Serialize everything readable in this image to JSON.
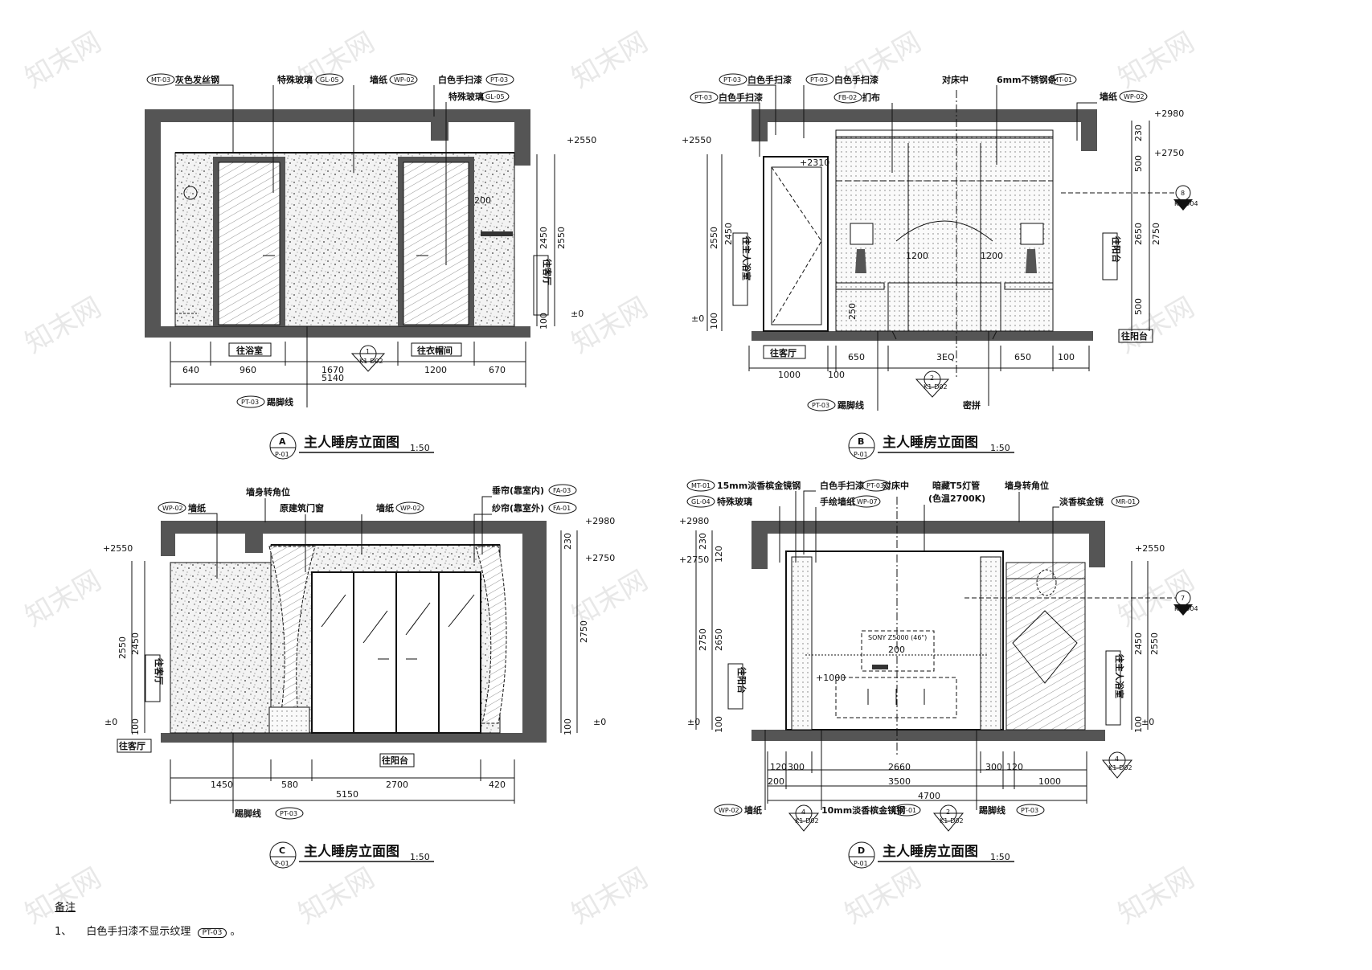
{
  "watermark": "知末网",
  "panels": [
    {
      "id": "A",
      "letter": "A",
      "sheet": "P-01",
      "title": "主人睡房立面图",
      "scale": "1:50",
      "callouts": [
        {
          "text": "灰色发丝钢",
          "tag": "MT-03"
        },
        {
          "text": "特殊玻璃",
          "tag": "GL-05"
        },
        {
          "text": "墙纸",
          "tag": "WP-02"
        },
        {
          "text": "白色手扫漆",
          "tag": "PT-03"
        },
        {
          "text": "特殊玻璃",
          "tag": "GL-05"
        }
      ],
      "bottom_callout": {
        "text": "踢脚线",
        "tag": "PT-03"
      },
      "labels": [
        "往浴室",
        "往衣帽间",
        "往客厅"
      ],
      "dims": [
        "640",
        "960",
        "1670",
        "1200",
        "670",
        "5140"
      ],
      "levels": [
        "+2550",
        "±0"
      ],
      "side_dims": [
        "2450",
        "2550",
        "100",
        "200"
      ],
      "section_tag": {
        "num": "1",
        "ref": "K1-D02"
      }
    },
    {
      "id": "B",
      "letter": "B",
      "sheet": "P-01",
      "title": "主人睡房立面图",
      "scale": "1:50",
      "callouts": [
        {
          "text": "白色手扫漆",
          "tag": "PT-03"
        },
        {
          "text": "白色手扫漆",
          "tag": "PT-03"
        },
        {
          "text": "白色手扫漆",
          "tag": "PT-03"
        },
        {
          "text": "扪布",
          "tag": "FB-02"
        },
        {
          "text": "对床中",
          "tag": ""
        },
        {
          "text": "6mm不锈钢条",
          "tag": "MT-01"
        },
        {
          "text": "墙纸",
          "tag": "WP-02"
        }
      ],
      "bottom_callout": {
        "text": "踢脚线",
        "tag": "PT-03"
      },
      "extra": "密拼",
      "labels": [
        "往主人浴室",
        "往阳台",
        "往客厅",
        "往阳台"
      ],
      "dims": [
        "1000",
        "100",
        "650",
        "3EQ",
        "650",
        "100"
      ],
      "inner": [
        "+2310",
        "1200",
        "1200",
        "250"
      ],
      "levels": [
        "+2550",
        "±0",
        "+2980",
        "+2750"
      ],
      "side_dims": [
        "2550",
        "2450",
        "100",
        "230",
        "500",
        "100",
        "2650",
        "2750",
        "500"
      ],
      "section_tag": {
        "num": "2",
        "ref": "K1-D02"
      },
      "side_tag": {
        "num": "8",
        "ref": "K1-D04"
      }
    },
    {
      "id": "C",
      "letter": "C",
      "sheet": "P-01",
      "title": "主人睡房立面图",
      "scale": "1:50",
      "callouts": [
        {
          "text": "墙纸",
          "tag": "WP-02"
        },
        {
          "text": "墙身转角位",
          "tag": ""
        },
        {
          "text": "原建筑门窗",
          "tag": ""
        },
        {
          "text": "墙纸",
          "tag": "WP-02"
        },
        {
          "text": "垂帘(靠室内)",
          "tag": "FA-03"
        },
        {
          "text": "纱帘(靠室外)",
          "tag": "FA-01"
        }
      ],
      "bottom_callout": {
        "text": "踢脚线",
        "tag": "PT-03"
      },
      "labels": [
        "往客厅",
        "往客厅",
        "往阳台"
      ],
      "dims": [
        "1450",
        "580",
        "2700",
        "420",
        "5150"
      ],
      "levels": [
        "+2550",
        "±0",
        "+2980",
        "+2750",
        "±0"
      ],
      "side_dims": [
        "2550",
        "2450",
        "100",
        "230",
        "2750",
        "100"
      ]
    },
    {
      "id": "D",
      "letter": "D",
      "sheet": "P-01",
      "title": "主人睡房立面图",
      "scale": "1:50",
      "callouts": [
        {
          "text": "15mm淡香槟金镜钢",
          "tag": "MT-01"
        },
        {
          "text": "特殊玻璃",
          "tag": "GL-04"
        },
        {
          "text": "白色手扫漆",
          "tag": "PT-03"
        },
        {
          "text": "手绘墙纸",
          "tag": "WP-07"
        },
        {
          "text": "对床中",
          "tag": ""
        },
        {
          "text": "暗藏T5灯管",
          "tag": ""
        },
        {
          "text": "(色温2700K)",
          "tag": ""
        },
        {
          "text": "墙身转角位",
          "tag": ""
        },
        {
          "text": "淡香槟金镜",
          "tag": "MR-01"
        }
      ],
      "bottom_callouts": [
        {
          "text": "墙纸",
          "tag": "WP-02"
        },
        {
          "text": "10mm淡香槟金镜钢",
          "tag": "MT-01"
        },
        {
          "text": "踢脚线",
          "tag": "PT-03"
        }
      ],
      "tv": "SONY Z5000 (46\")",
      "labels": [
        "往阳台",
        "往主人浴室"
      ],
      "dims": [
        "120",
        "300",
        "2660",
        "300",
        "120",
        "200",
        "3500",
        "1000",
        "4700"
      ],
      "inner": [
        "+1000",
        "200"
      ],
      "levels": [
        "+2980",
        "+2750",
        "±0",
        "+2550",
        "±0"
      ],
      "side_dims": [
        "230",
        "120",
        "2750",
        "2650",
        "100",
        "2450",
        "2550",
        "100"
      ],
      "section_tags": [
        {
          "num": "4",
          "ref": "K1-D02"
        },
        {
          "num": "2",
          "ref": "K1-D02"
        },
        {
          "num": "4",
          "ref": "K1-D02"
        }
      ],
      "side_tag": {
        "num": "7",
        "ref": "K1-D04"
      }
    }
  ],
  "notes": {
    "heading": "备注",
    "item_number": "1、",
    "item_text": "白色手扫漆不显示纹理",
    "item_tag": "PT-03",
    "item_end": "。"
  }
}
